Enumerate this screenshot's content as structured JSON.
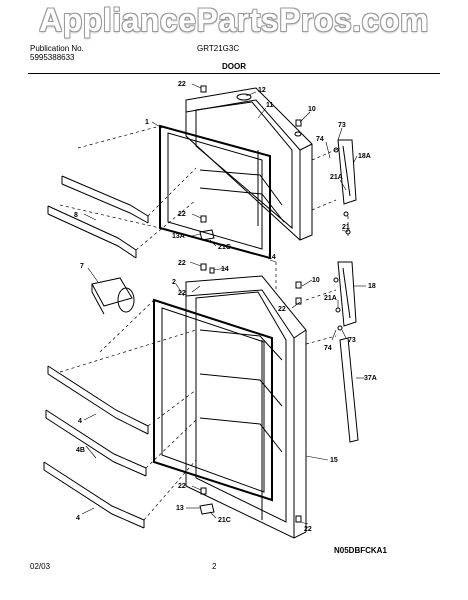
{
  "watermark": "AppliancePartsPros.com",
  "header": {
    "publication_label": "Publication No.",
    "publication_number": "5995388633",
    "model": "GRT21G3C",
    "section_title": "DOOR"
  },
  "footer": {
    "date": "02/03",
    "page": "2",
    "diagram_code": "N05DBFCKA1"
  },
  "callouts": {
    "c22a": "22",
    "c12": "12",
    "c11": "11",
    "c10a": "10",
    "c1": "1",
    "c73a": "73",
    "c74a": "74",
    "c18A": "18A",
    "c21Aa": "21A",
    "c22b": "22",
    "c13A": "13A",
    "c21Ca": "21C",
    "c21": "21",
    "c8": "8",
    "c22c": "22",
    "c14a": "14",
    "c14b": "14",
    "c7": "7",
    "c22d": "22",
    "c10b": "10",
    "c2": "2",
    "c18": "18",
    "c21Ab": "21A",
    "c22e": "22",
    "c73b": "73",
    "c74b": "74",
    "c37A": "37A",
    "c4a": "4",
    "c4B": "4B",
    "c15": "15",
    "c22f": "22",
    "c13": "13",
    "c21Cb": "21C",
    "c4b": "4",
    "c22g": "22"
  }
}
